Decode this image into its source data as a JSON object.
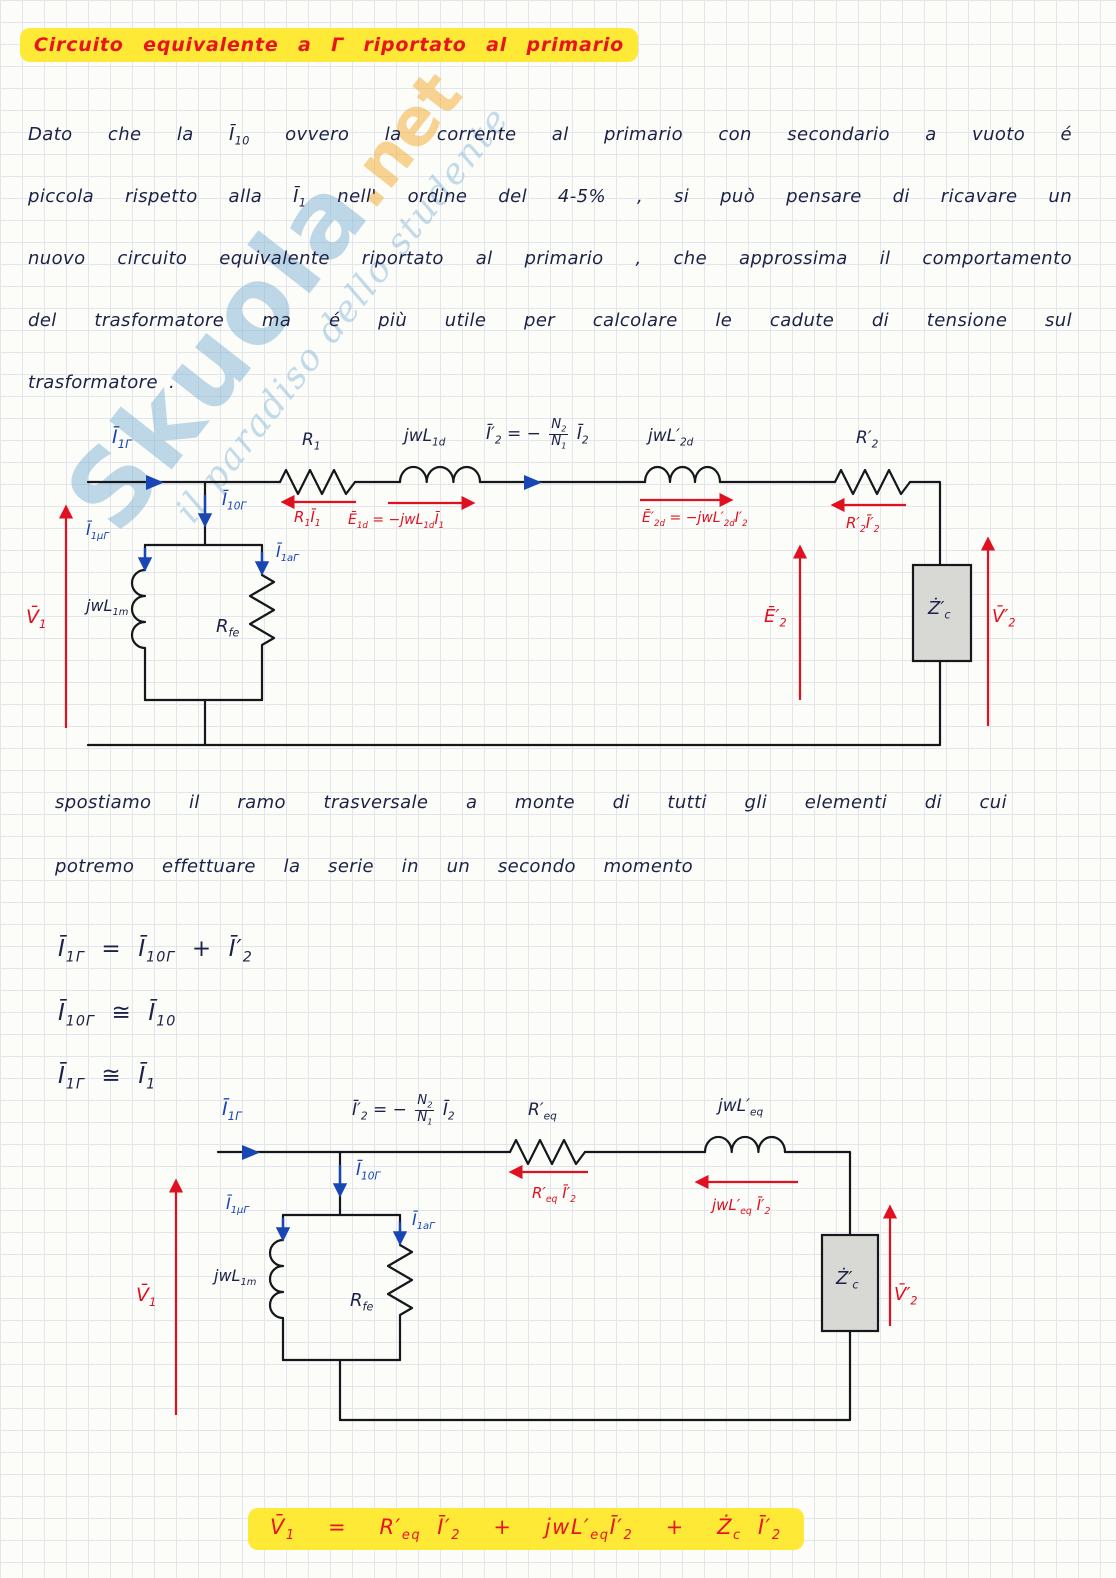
{
  "watermark": {
    "brand": "Skuola",
    "tld": ".net",
    "tagline": "il paradiso dello studente"
  },
  "title": "Circuito equivalente a Γ riportato al primario",
  "para1": {
    "l1": "Dato che la Ī<sub>10</sub> ovvero la corrente al primario con secondario a vuoto é",
    "l2": "piccola rispetto alla Ī<sub>1</sub> nell' ordine del 4-5% , si può pensare di ricavare un",
    "l3": "nuovo circuito equivalente riportato al primario , che approssima il comportamento",
    "l4": "del trasformatore ma é più utile per calcolare le cadute di tensione sul",
    "l5": "trasformatore ."
  },
  "para2": {
    "l1": "spostiamo il ramo trasversale a monte di tutti gli elementi di cui",
    "l2": "potremo effettuare la serie in un secondo momento"
  },
  "equations": {
    "eq1": "Ī<sub>1Γ</sub> &nbsp;=&nbsp; Ī<sub>10Γ</sub> &nbsp;+&nbsp; Ī′<sub>2</sub>",
    "eq2": "Ī<sub>10Γ</sub> &nbsp;≅&nbsp; Ī<sub>10</sub>",
    "eq3": "Ī<sub>1Γ</sub> &nbsp;≅&nbsp; Ī<sub>1</sub>"
  },
  "c1": {
    "i1g": "Ī<sub>1Γ</sub>",
    "r1": "R<sub>1</sub>",
    "jwl1d": "jwL<sub>1d</sub>",
    "i2eq": "Ī′<sub>2</sub> = − <span class=\"frac\"><span class=\"num\">N<sub>2</sub></span><span>N<sub>1</sub></span></span> Ī<sub>2</sub>",
    "jwl2d": "jwL′<sub>2d</sub>",
    "r2": "R′<sub>2</sub>",
    "i10g": "Ī<sub>10Γ</sub>",
    "r1i1": "R<sub>1</sub>Ī<sub>1</sub>",
    "e1d": "Ē<sub>1d</sub> = −jwL<sub>1d</sub>Ī<sub>1</sub>",
    "e2d": "Ē′<sub>2d</sub> = −jwL′<sub>2d</sub>I′<sub>2</sub>",
    "r2i2": "R′<sub>2</sub>Ī′<sub>2</sub>",
    "i1mg": "Ī<sub>1μΓ</sub>",
    "i1ag": "Ī<sub>1aΓ</sub>",
    "jwl1m": "jwL<sub>1m</sub>",
    "rfe": "R<sub>fe</sub>",
    "v1": "V̄<sub>1</sub>",
    "e2": "Ē′<sub>2</sub>",
    "zc": "Ż′<sub>c</sub>",
    "v2": "V̄′<sub>2</sub>"
  },
  "c2": {
    "i1g": "Ī<sub>1Γ</sub>",
    "i2eq": "Ī′<sub>2</sub> = − <span class=\"frac\"><span class=\"num\">N<sub>2</sub></span><span>N<sub>1</sub></span></span> Ī<sub>2</sub>",
    "req": "R′<sub>eq</sub>",
    "jwleq": "jwL′<sub>eq</sub>",
    "i10g": "Ī<sub>10Γ</sub>",
    "i1mg": "Ī<sub>1μΓ</sub>",
    "i1ag": "Ī<sub>1aΓ</sub>",
    "reqi2": "R′<sub>eq</sub> Ī′<sub>2</sub>",
    "jwleqi2": "jwL′<sub>eq</sub> Ī′<sub>2</sub>",
    "jwl1m": "jwL<sub>1m</sub>",
    "rfe": "R<sub>fe</sub>",
    "v1": "V̄<sub>1</sub>",
    "zc": "Ż′<sub>c</sub>",
    "v2": "V̄′<sub>2</sub>"
  },
  "final_equation": "V̄<sub>1</sub> &nbsp;=&nbsp; R′<sub>eq</sub> Ī′<sub>2</sub> &nbsp;+&nbsp; jwL′<sub>eq</sub>Ī′<sub>2</sub> &nbsp;+&nbsp; Ż<sub>c</sub> Ī′<sub>2</sub>"
}
